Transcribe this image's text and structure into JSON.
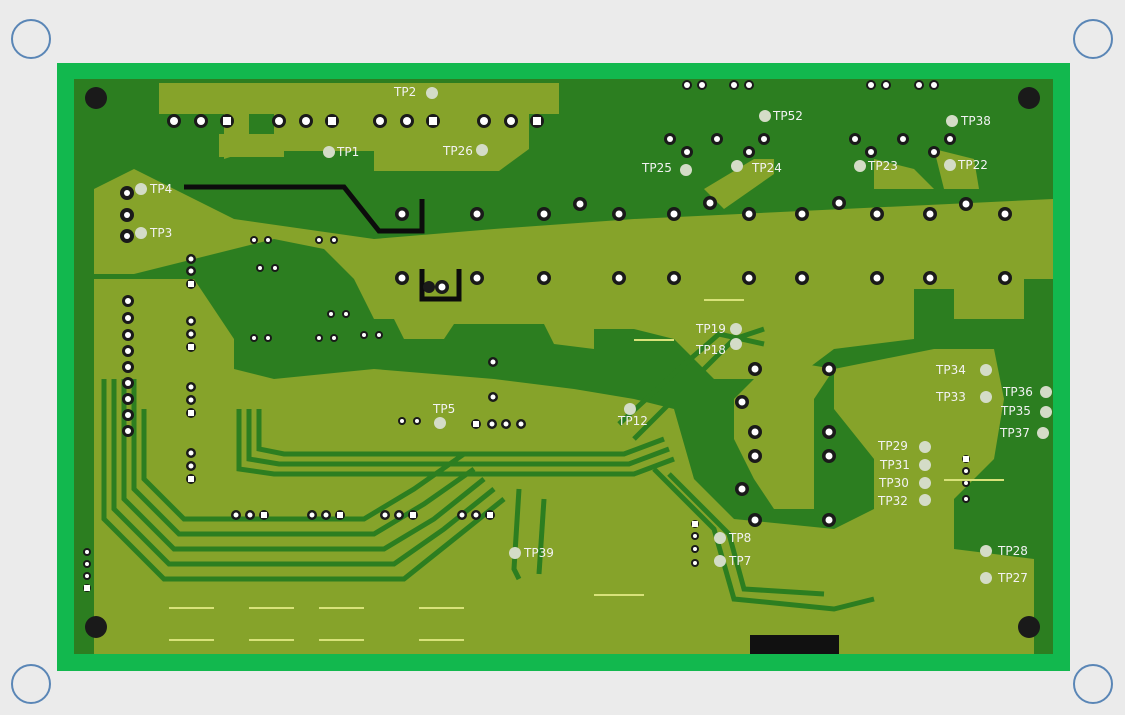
{
  "board": {
    "colors": {
      "frame": "#12b84e",
      "copper_dark": "#2c7e20",
      "copper_light": "#86a32a",
      "pad": "#ffffff",
      "test_point": "#d4dcc7",
      "label": "#f2f2f2",
      "window_background": "#ebebeb",
      "corner_marker": "#5a86b6"
    },
    "corner_markers": [
      "top-left",
      "top-right",
      "bottom-left",
      "bottom-right"
    ],
    "test_points": [
      {
        "id": "tp2",
        "label": "TP2"
      },
      {
        "id": "tp1",
        "label": "TP1"
      },
      {
        "id": "tp26",
        "label": "TP26"
      },
      {
        "id": "tp4",
        "label": "TP4"
      },
      {
        "id": "tp3",
        "label": "TP3"
      },
      {
        "id": "tp52",
        "label": "TP52"
      },
      {
        "id": "tp38",
        "label": "TP38"
      },
      {
        "id": "tp25",
        "label": "TP25"
      },
      {
        "id": "tp24",
        "label": "TP24"
      },
      {
        "id": "tp23",
        "label": "TP23"
      },
      {
        "id": "tp22",
        "label": "TP22"
      },
      {
        "id": "tp19",
        "label": "TP19"
      },
      {
        "id": "tp18",
        "label": "TP18"
      },
      {
        "id": "tp5",
        "label": "TP5"
      },
      {
        "id": "tp12",
        "label": "TP12"
      },
      {
        "id": "tp34",
        "label": "TP34"
      },
      {
        "id": "tp33",
        "label": "TP33"
      },
      {
        "id": "tp36",
        "label": "TP36"
      },
      {
        "id": "tp35",
        "label": "TP35"
      },
      {
        "id": "tp37",
        "label": "TP37"
      },
      {
        "id": "tp29",
        "label": "TP29"
      },
      {
        "id": "tp31",
        "label": "TP31"
      },
      {
        "id": "tp30",
        "label": "TP30"
      },
      {
        "id": "tp32",
        "label": "TP32"
      },
      {
        "id": "tp8",
        "label": "TP8"
      },
      {
        "id": "tp7",
        "label": "TP7"
      },
      {
        "id": "tp39",
        "label": "TP39"
      },
      {
        "id": "tp28",
        "label": "TP28"
      },
      {
        "id": "tp27",
        "label": "TP27"
      }
    ]
  }
}
